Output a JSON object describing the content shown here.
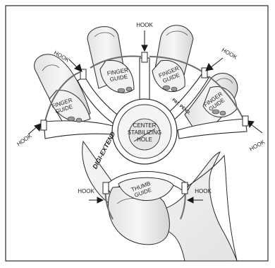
{
  "labels": {
    "hook": "HOOK",
    "finger_guide_line1": "FINGER",
    "finger_guide_line2": "GUIDE",
    "center_line1": "CENTER",
    "center_line2": "STABILIZING",
    "center_line3": "HOLE",
    "thumb_line1": "THUMB",
    "thumb_line2": "GUIDE",
    "brand": "DIGI-EXTEND",
    "pat_pend": "PAT. PEND."
  },
  "colors": {
    "outline": "#2a2a2a",
    "skin_light": "#f4f4f4",
    "skin_shade": "#d8d8d8",
    "band": "#bdbdbd",
    "frame": "#ffffff"
  }
}
